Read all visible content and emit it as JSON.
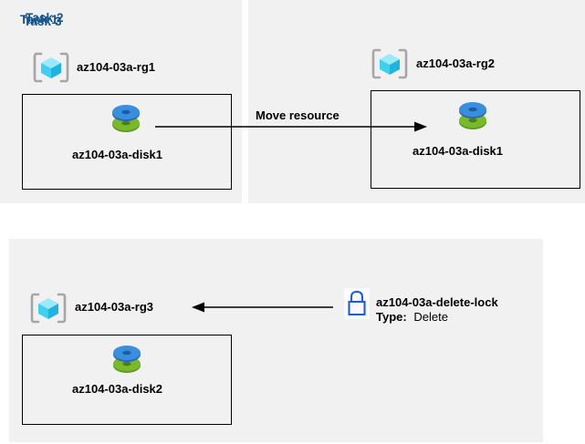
{
  "diagram": {
    "title_color": "#17548c",
    "panel_bg": "#f1f1f1",
    "page_bg": "#ffffff",
    "box_border_color": "#000000",
    "arrow_color": "#000000",
    "lock_color": "#1f5ed6",
    "disk_top_color": "#3a8ede",
    "disk_bottom_color": "#7ab929",
    "cube_color": "#4fd2f0",
    "bracket_color": "#a6a6a6"
  },
  "panels": [
    {
      "id": "task1",
      "title": "Task 1",
      "resource_group": {
        "icon": "azure-resource-group-icon",
        "label": "az104-03a-rg1"
      },
      "resource": {
        "icon": "azure-managed-disk-icon",
        "label": "az104-03a-disk1"
      }
    },
    {
      "id": "task2",
      "title": "Task 2",
      "resource_group": {
        "icon": "azure-resource-group-icon",
        "label": "az104-03a-rg2"
      },
      "resource": {
        "icon": "azure-managed-disk-icon",
        "label": "az104-03a-disk1"
      }
    },
    {
      "id": "task3",
      "title": "Task 3",
      "resource_group": {
        "icon": "azure-resource-group-icon",
        "label": "az104-03a-rg3"
      },
      "resource": {
        "icon": "azure-managed-disk-icon",
        "label": "az104-03a-disk2"
      },
      "lock": {
        "icon": "padlock-icon",
        "label": "az104-03a-delete-lock",
        "type_key": "Type:",
        "type_value": "Delete"
      }
    }
  ],
  "connectors": [
    {
      "id": "move-resource",
      "label": "Move resource",
      "direction": "right",
      "from": "az104-03a-disk1 (Task 1)",
      "to": "az104-03a-disk1 (Task 2)"
    },
    {
      "id": "lock-applies-to",
      "label": "",
      "direction": "left",
      "from": "az104-03a-delete-lock",
      "to": "az104-03a-rg3"
    }
  ]
}
